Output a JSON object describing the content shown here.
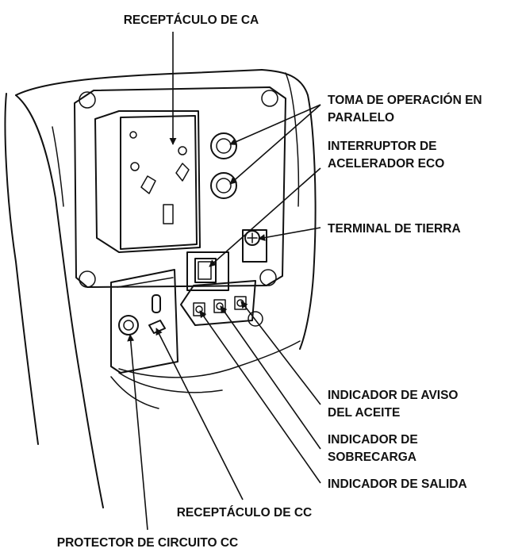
{
  "labels": {
    "ac_receptacle": "RECEPTÁCULO DE CA",
    "parallel_1": "TOMA DE OPERACIÓN EN",
    "parallel_2": "PARALELO",
    "eco_1": "INTERRUPTOR DE",
    "eco_2": "ACELERADOR ECO",
    "ground": "TERMINAL DE TIERRA",
    "oil_1": "INDICADOR DE AVISO",
    "oil_2": "DEL ACEITE",
    "overload_1": "INDICADOR DE",
    "overload_2": "SOBRECARGA",
    "output": "INDICADOR DE SALIDA",
    "dc_receptacle": "RECEPTÁCULO DE CC",
    "dc_protector": "PROTECTOR DE CIRCUITO CC"
  }
}
